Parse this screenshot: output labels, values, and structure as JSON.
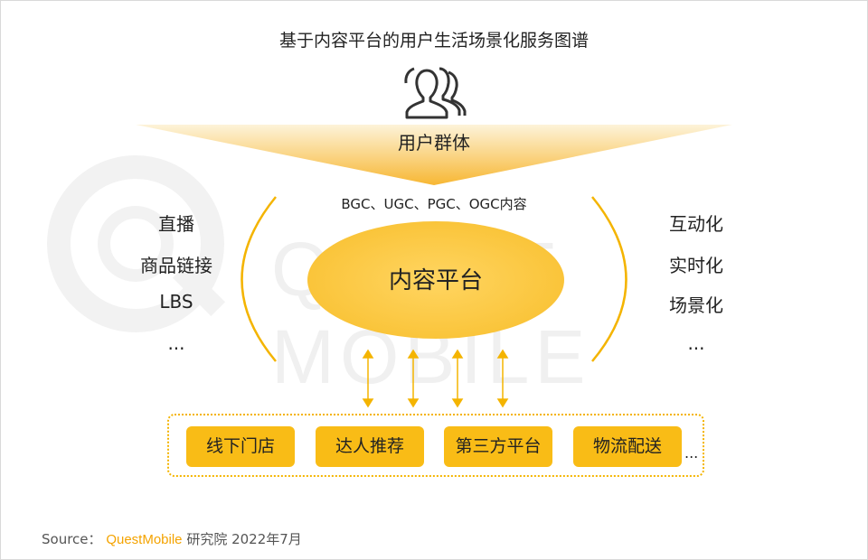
{
  "title": "基于内容平台的用户生活场景化服务图谱",
  "watermark": "QUEST MOBILE",
  "user_group": {
    "label": "用户群体",
    "icon": "users-icon"
  },
  "content_types": "BGC、UGC、PGC、OGC内容",
  "platform": "内容平台",
  "left_items": [
    "直播",
    "商品链接",
    "LBS",
    "..."
  ],
  "right_items": [
    "互动化",
    "实时化",
    "场景化",
    "..."
  ],
  "services": [
    "线下门店",
    "达人推荐",
    "第三方平台",
    "物流配送"
  ],
  "services_more": "...",
  "source": {
    "prefix": "Source：",
    "brand": "QuestMobile",
    "suffix": "研究院 2022年7月"
  },
  "colors": {
    "accent": "#f9bc16",
    "accent_dark": "#f4a300",
    "arc": "#f4b400"
  }
}
